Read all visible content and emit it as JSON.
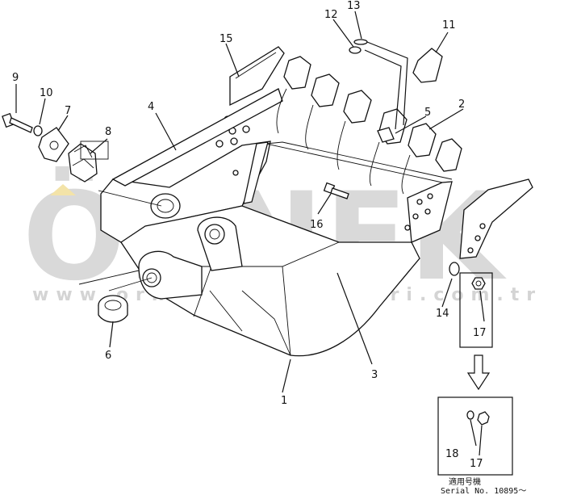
{
  "watermark": {
    "brand": "ÖRNEK",
    "url": "www.ornekismakinalari.com.tr",
    "accent_color": "#f3e3a8"
  },
  "callouts": [
    "1",
    "2",
    "3",
    "4",
    "5",
    "6",
    "7",
    "8",
    "9",
    "10",
    "11",
    "12",
    "13",
    "14",
    "15",
    "16",
    "17",
    "17",
    "18"
  ],
  "serial_box": {
    "label_jp": "適用号機",
    "label_en": "Serial  No.  10895～"
  }
}
